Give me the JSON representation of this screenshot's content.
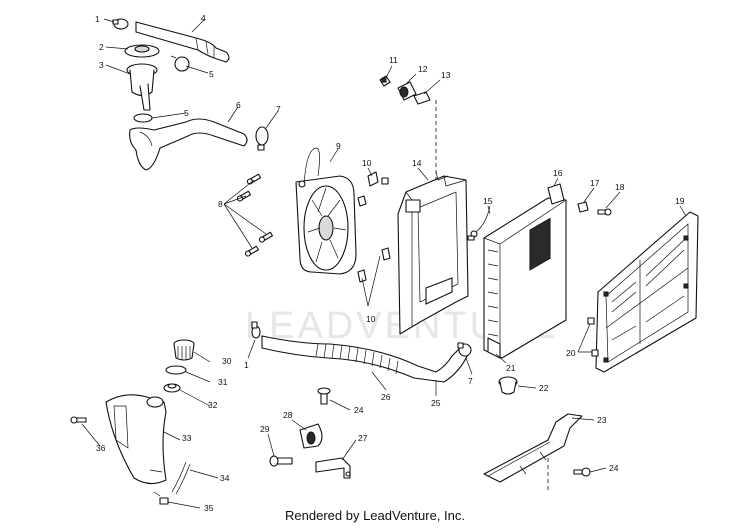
{
  "watermark": "LEADVENTURE",
  "footer": "Rendered by LeadVenture, Inc.",
  "callouts": {
    "c1a": "1",
    "c1b": "1",
    "c2": "2",
    "c3": "3",
    "c4": "4",
    "c5a": "5",
    "c5b": "5",
    "c6": "6",
    "c7a": "7",
    "c7b": "7",
    "c8": "8",
    "c9": "9",
    "c10a": "10",
    "c10b": "10",
    "c11": "11",
    "c12": "12",
    "c13": "13",
    "c14": "14",
    "c15": "15",
    "c16": "16",
    "c17": "17",
    "c18": "18",
    "c19": "19",
    "c20": "20",
    "c21": "21",
    "c22": "22",
    "c23": "23",
    "c24a": "24",
    "c24b": "24",
    "c25": "25",
    "c26": "26",
    "c27": "27",
    "c28": "28",
    "c29": "29",
    "c30": "30",
    "c31": "31",
    "c32": "32",
    "c33": "33",
    "c34": "34",
    "c35": "35",
    "c36": "36"
  }
}
